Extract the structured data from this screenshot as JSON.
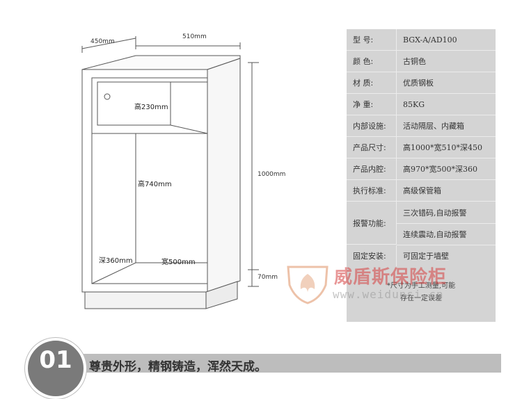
{
  "dimensions": {
    "side_depth": "450mm",
    "front_width": "510mm",
    "total_height": "1000mm",
    "base_height": "70mm"
  },
  "interior": {
    "drawer_height": "高230mm",
    "cavity_height": "高740mm",
    "depth": "深360mm",
    "width": "宽500mm"
  },
  "spec_table": {
    "rows": [
      {
        "label": "型    号:",
        "value": "BGX-A/AD100"
      },
      {
        "label": "颜    色:",
        "value": "古铜色"
      },
      {
        "label": "材    质:",
        "value": "优质钢板"
      },
      {
        "label": "净    重:",
        "value": "85KG"
      },
      {
        "label": "内部设施:",
        "value": "活动隔层、内藏箱"
      },
      {
        "label": "产品尺寸:",
        "value": "高1000*宽510*深450"
      },
      {
        "label": "产品内腔:",
        "value": "高970*宽500*深360"
      },
      {
        "label": "执行标准:",
        "value": "高级保管箱"
      }
    ],
    "alarm": {
      "label": "报警功能:",
      "values": [
        "三次错码,自动报警",
        "连续震动,自动报警"
      ]
    },
    "install": {
      "label": "固定安装:",
      "value": "可固定于墙壁"
    },
    "note": [
      "*尺寸为手工测量,可能",
      "存在一定误差"
    ]
  },
  "watermark": {
    "name": "威盾斯保险柜",
    "url": "www.weidunsi.cn"
  },
  "banner": {
    "number": "01",
    "slogan": "尊贵外形，精钢铸造，浑然天成。"
  },
  "colors": {
    "table_bg": "#d4d4d4",
    "banner_bg": "#bdbdbd",
    "badge_bg": "#7a7a7a",
    "watermark_red": "#d64040"
  }
}
